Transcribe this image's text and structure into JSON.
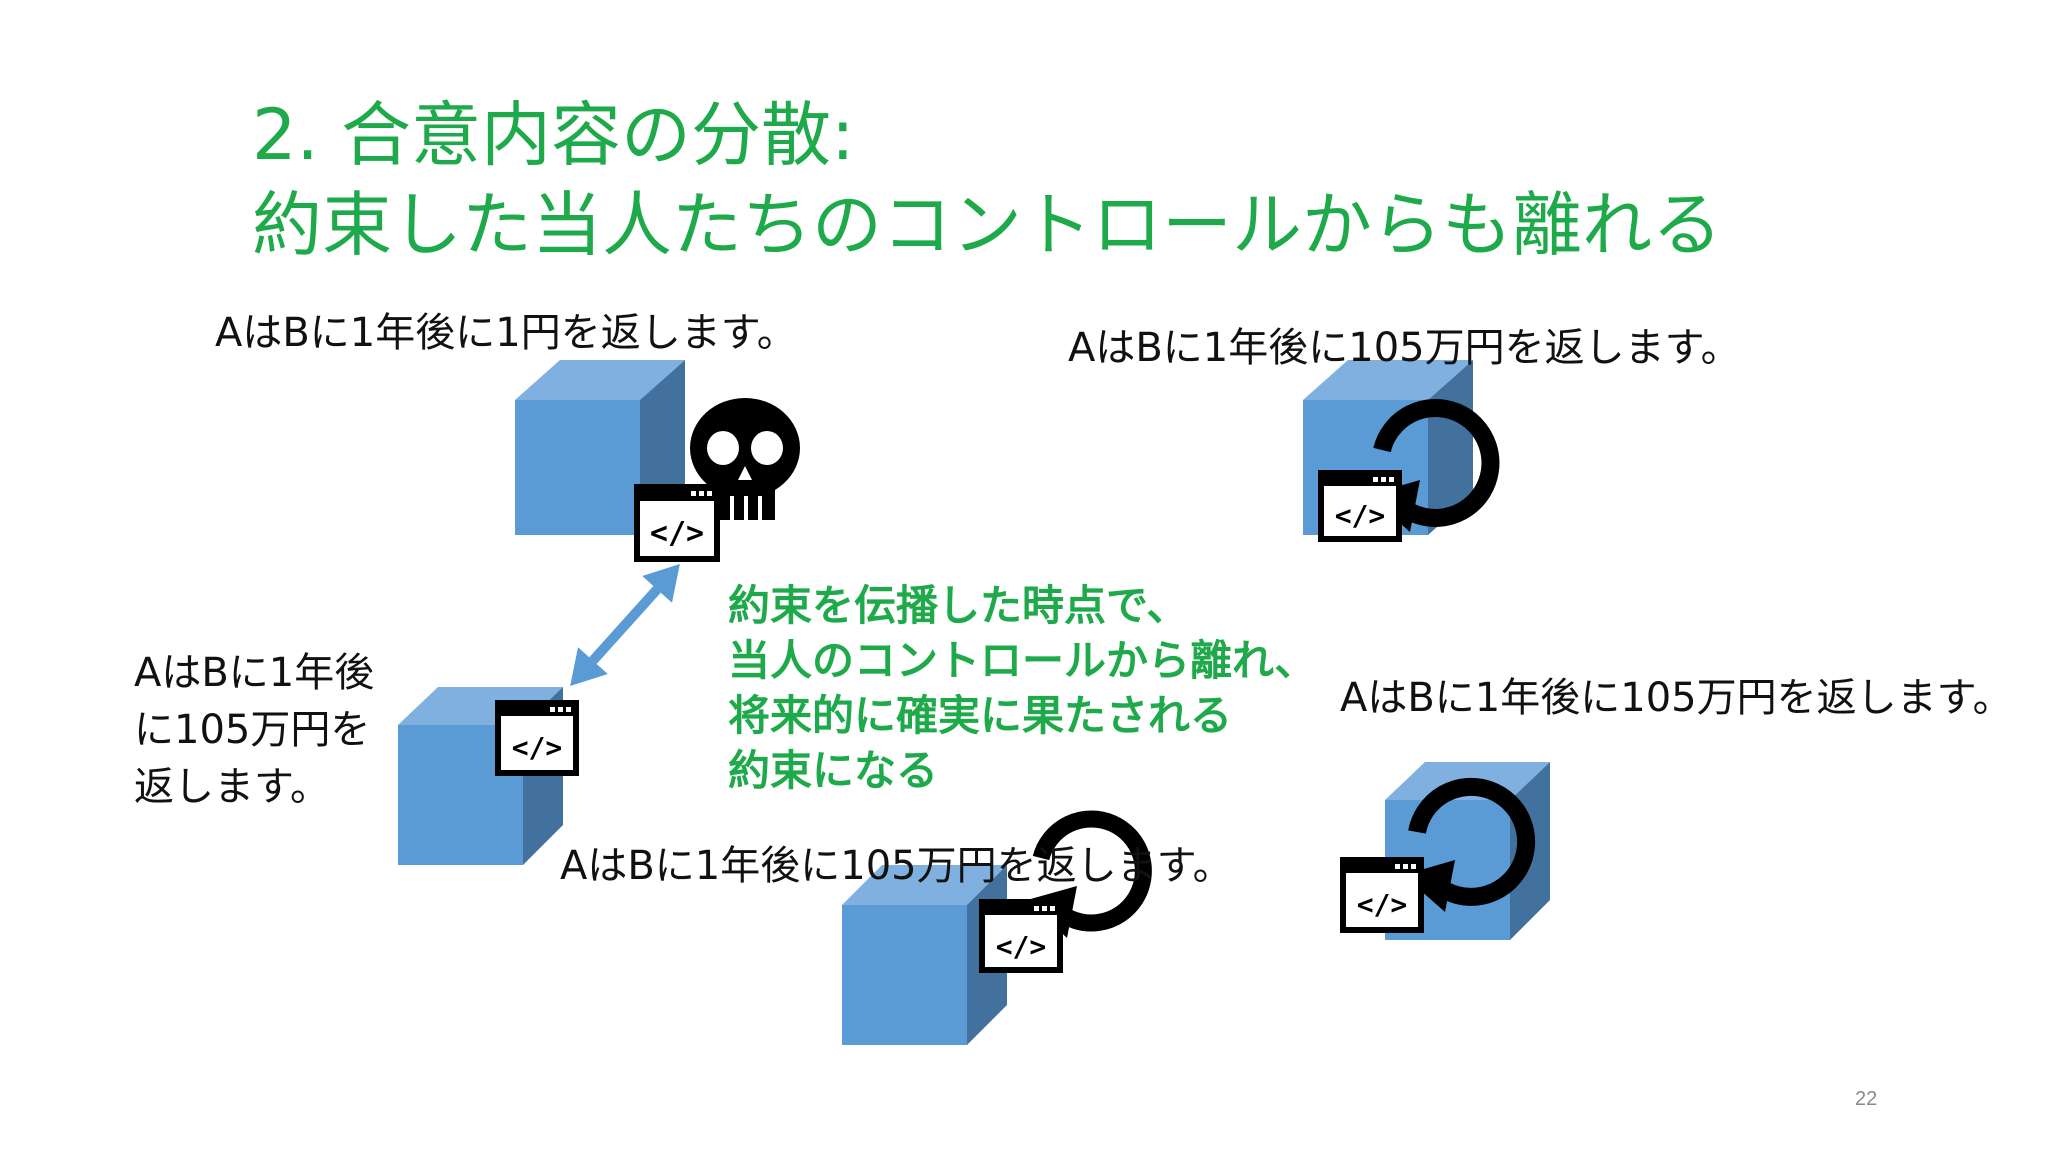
{
  "slide": {
    "title_line_1": "2. 合意内容の分散:",
    "title_line_2": "約束した当人たちのコントロールからも離れる",
    "page_number": "22",
    "title_color": "#1eaa4a",
    "cube_color": "#5b9bd5"
  },
  "captions": {
    "top_left": "AはBに1年後に1円を返します。",
    "top_right": "AはBに1年後に105万円を返します。",
    "left_lines": [
      "AはBに1年後",
      "に105万円を",
      "返します。"
    ],
    "bottom_mid": "AはBに1年後に105万円を返します。",
    "right": "AはBに1年後に105万円を返します。"
  },
  "callout": {
    "lines": [
      "約束を伝播した時点で、",
      "当人のコントロールから離れ、",
      "将来的に確実に果たされる",
      "約束になる"
    ]
  },
  "icons": {
    "code_glyph": "</>",
    "skull": "skull-icon",
    "refresh": "refresh-icon",
    "code": "code-window-icon",
    "arrow": "double-arrow-icon"
  }
}
